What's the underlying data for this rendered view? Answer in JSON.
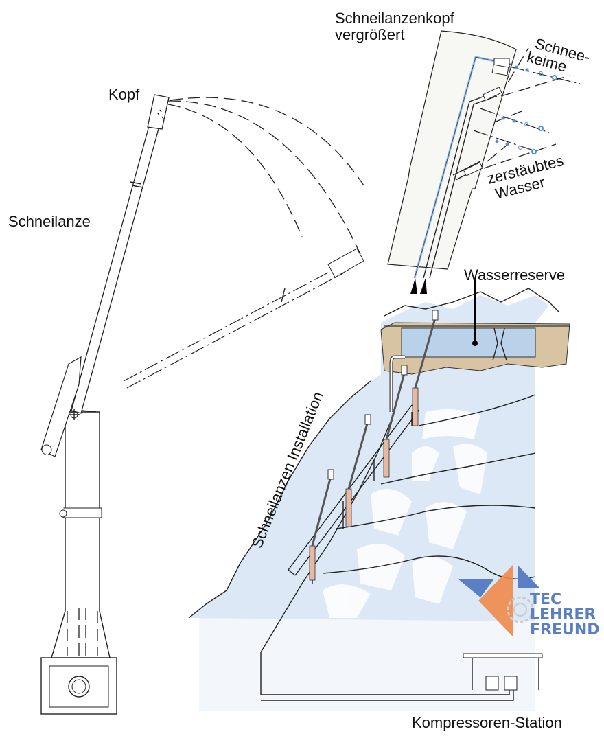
{
  "labels": {
    "head_enlarged_line1": "Schneilanzenkopf",
    "head_enlarged_line2": "vergrößert",
    "head": "Kopf",
    "lance": "Schneilanze",
    "snow_nuclei_line1": "Schnee-",
    "snow_nuclei_line2": "keime",
    "atomized_water_line1": "zerstäubtes",
    "atomized_water_line2": "Wasser",
    "water_reserve": "Wasserreserve",
    "installation": "Schneilanzen Installation",
    "compressor_station": "Kompressoren-Station"
  },
  "logo": {
    "line1": "TEC",
    "line2": "LEHRER",
    "line3": "FREUND"
  },
  "colors": {
    "snow_blue": "#dce8f5",
    "water_blue": "#b9d2ea",
    "rock_tan": "#d8c4a3",
    "lance_post": "#e8b9a0",
    "pipe_blue": "#8db8e8",
    "logo_blue": "#5b7fc4",
    "logo_orange": "#f08a4b"
  }
}
